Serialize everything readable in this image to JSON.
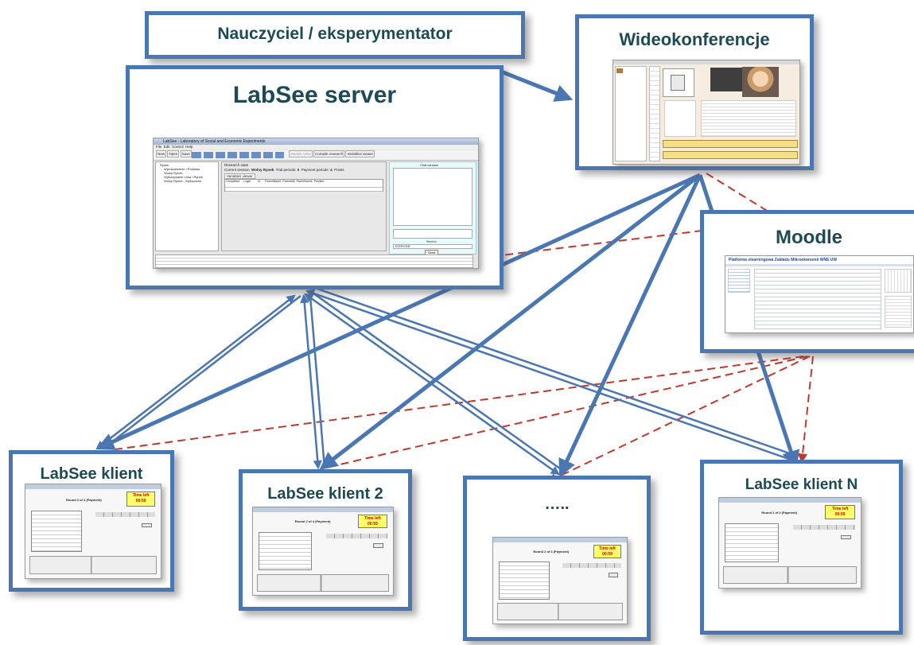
{
  "nodes": {
    "teacher": "Nauczyciel / eksperymentator",
    "server": "LabSee server",
    "video": "Wideokonferencje",
    "moodle": "Moodle",
    "client1": "LabSee klient",
    "client2": "LabSee klient 2",
    "client_dots": "…..",
    "client_n": "LabSee klient N"
  },
  "colors": {
    "box_border": "#4a76b2",
    "title_text": "#1d4a55",
    "arrow_blue": "#4a76b2",
    "arrow_red": "#c0392b"
  },
  "server_app": {
    "title": "LabSee - Laboratory of Social and Economic Experiments",
    "menu": [
      "File",
      "Edit",
      "Control",
      "Help"
    ],
    "toolbar": [
      "New",
      "Open",
      "Save",
      "Module View",
      "Compile research",
      "Variables viewer"
    ],
    "tree_items": [
      "Rynek",
      "Wprowadzenie / Podstaw",
      "Wolny Rynek",
      "Wykonywanie Linia / Rynek",
      "Wolny Rynek - Wykonanie"
    ],
    "state_heading": "Research state",
    "current_session_label": "Current session:",
    "current_session_value": "Wolny Rynek",
    "trial_periods_label": "Trial periods:",
    "trial_periods_value": "0",
    "payment_periods_label": "Payment periods:",
    "payment_periods_value": "4",
    "points_label": "Points",
    "variables_tab": "Variables viewer",
    "table_headers": [
      "Completed",
      "Login",
      "Id",
      "ParentName",
      "Parentlds",
      "ParentName",
      "Position"
    ],
    "chat_heading": "Chat window",
    "send_to_label": "Send to:",
    "send_to_value": "EVERYONE",
    "send_button": "Send"
  },
  "client_app": {
    "time_left_label": "Time left",
    "time_left_value": "00:59",
    "round_text": "Round 2 of 4 (Payment)"
  },
  "moodle_app": {
    "heading": "Platforma elearningowa Zakładu Mikroekonomii WNE UW"
  }
}
